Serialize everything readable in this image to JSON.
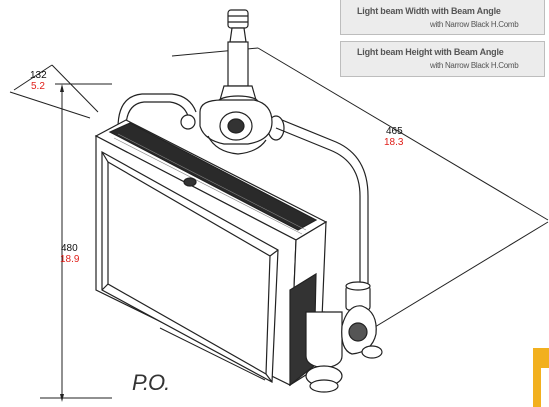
{
  "legend": {
    "width_title": "Light beam Width with Beam Angle",
    "width_sub": "with Narrow Black H.Comb",
    "height_title": "Light beam Height with Beam Angle",
    "height_sub": "with Narrow Black H.Comb"
  },
  "dimensions": {
    "depth": {
      "mm": "132",
      "in": "5.2"
    },
    "width": {
      "mm": "465",
      "in": "18.3"
    },
    "height": {
      "mm": "480",
      "in": "18.9"
    }
  },
  "label": "P.O.",
  "colors": {
    "inch_text": "#e0201b",
    "legend_bg": "#ececec",
    "badge": "#f2b01e"
  }
}
